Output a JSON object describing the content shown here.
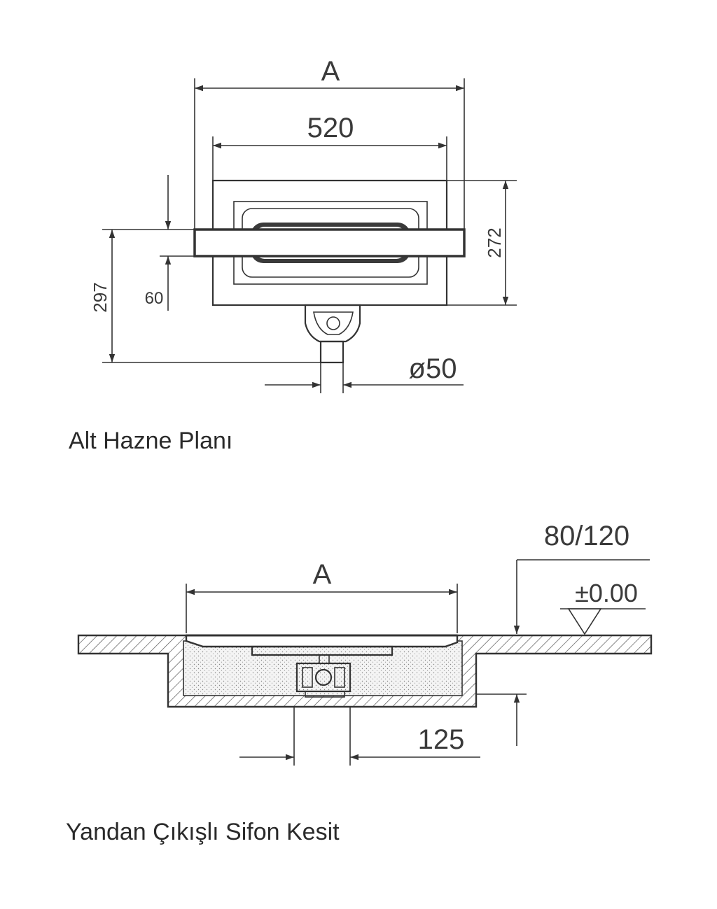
{
  "plan_view": {
    "caption": "Alt Hazne Planı",
    "dim_overall_width": "A",
    "dim_inner_width": "520",
    "dim_depth": "272",
    "dim_total_depth": "297",
    "dim_offset": "60",
    "dim_outlet_diameter": "ø50"
  },
  "section_view": {
    "caption": "Yandan Çıkışlı Sifon Kesit",
    "dim_width": "A",
    "dim_floor_thickness": "80/120",
    "dim_level": "±0.00",
    "dim_outlet_width": "125"
  }
}
